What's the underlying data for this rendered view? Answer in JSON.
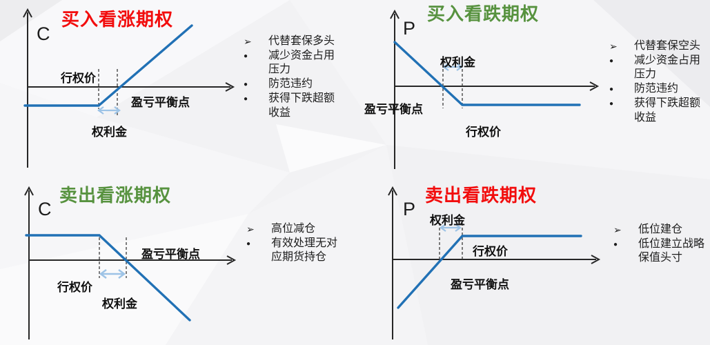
{
  "colors": {
    "payoff_blue": "#2171b5",
    "premium_arrow_lightblue": "#9dc3e6",
    "axis_black": "#262626",
    "title_red": "#f20d0d",
    "title_green": "#57923f"
  },
  "panels": [
    {
      "id": "buy-call",
      "title": "买入看涨期权",
      "title_color": "#f20d0d",
      "axis_letter": "C",
      "payoff_shape": "flat below axis, then rising above axis (long call)",
      "labels": {
        "strike": "行权价",
        "breakeven": "盈亏平衡点",
        "premium": "权利金"
      },
      "bullets": [
        {
          "marker": "➢",
          "text": "代替套保多头"
        },
        {
          "marker": "●",
          "text": "减少资金占用压力"
        },
        {
          "marker": "●",
          "text": "防范违约"
        },
        {
          "marker": "●",
          "text": "获得下跌超额收益"
        }
      ]
    },
    {
      "id": "buy-put",
      "title": "买入看跌期权",
      "title_color": "#57923f",
      "axis_letter": "P",
      "payoff_shape": "falling from upper left, then flat below axis (long put)",
      "labels": {
        "strike": "行权价",
        "breakeven": "盈亏平衡点",
        "premium": "权利金"
      },
      "bullets": [
        {
          "marker": "➢",
          "text": "代替套保空头"
        },
        {
          "marker": "●",
          "text": "减少资金占用压力"
        },
        {
          "marker": "●",
          "text": "防范违约"
        },
        {
          "marker": "●",
          "text": "获得下跌超额收益"
        }
      ]
    },
    {
      "id": "sell-call",
      "title": "卖出看涨期权",
      "title_color": "#57923f",
      "axis_letter": "C",
      "payoff_shape": "flat above axis, then falling below axis (short call)",
      "labels": {
        "strike": "行权价",
        "breakeven": "盈亏平衡点",
        "premium": "权利金"
      },
      "bullets": [
        {
          "marker": "➢",
          "text": "高位减仓"
        },
        {
          "marker": "●",
          "text": "有效处理无对应期货持仓"
        }
      ]
    },
    {
      "id": "sell-put",
      "title": "卖出看跌期权",
      "title_color": "#f20d0d",
      "axis_letter": "P",
      "payoff_shape": "rising from lower left, then flat above axis (short put)",
      "labels": {
        "strike": "行权价",
        "breakeven": "盈亏平衡点",
        "premium": "权利金"
      },
      "bullets": [
        {
          "marker": "➢",
          "text": "低位建仓"
        },
        {
          "marker": "●",
          "text": "低位建立战略保值头寸"
        }
      ]
    }
  ]
}
